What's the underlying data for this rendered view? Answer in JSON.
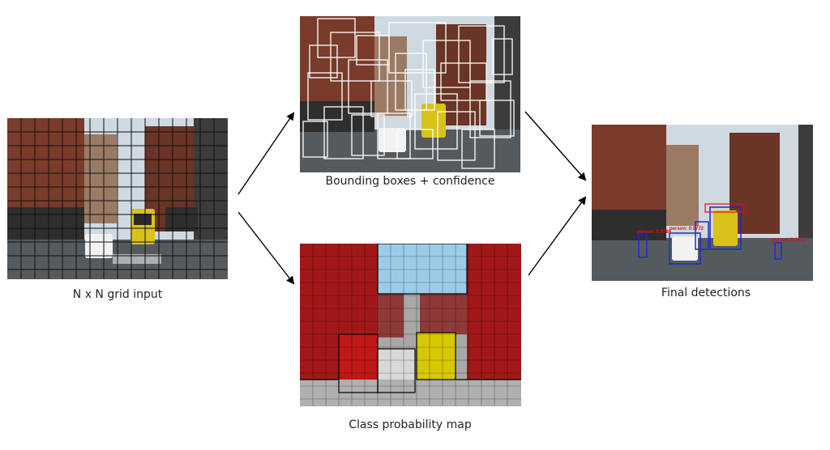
{
  "panels": {
    "input": {
      "caption": "N x N grid input"
    },
    "boxes": {
      "caption": "Bounding boxes + confidence"
    },
    "classmap": {
      "caption": "Class probability map"
    },
    "final": {
      "caption": "Final detections",
      "detections": [
        {
          "label": "person: 0.9786",
          "color": "#e01010"
        },
        {
          "label": "person: 0.9772",
          "color": "#e01010"
        },
        {
          "label": "person: 0.9933",
          "color": "#e01010"
        }
      ]
    }
  },
  "colors": {
    "class_red": "#b01818",
    "class_yellow": "#d8c800",
    "class_sky": "#9ccbe8",
    "class_road": "#a8a8a8",
    "box_blue": "#1a2cd0"
  }
}
